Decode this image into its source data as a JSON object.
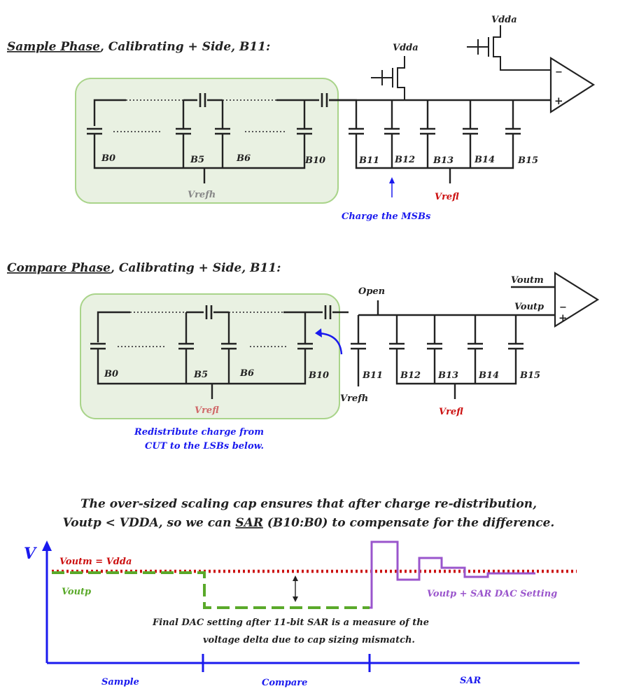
{
  "sample": {
    "title_u": "Sample Phase",
    "title_rest": ", Calibrating + Side, B11:",
    "vdda_top": "Vdda",
    "vdda_mid": "Vdda",
    "minus": "−",
    "plus": "+",
    "lsb_bits": [
      "B0",
      "B5",
      "B6",
      "B10"
    ],
    "msb_bits": [
      "B11",
      "B12",
      "B13",
      "B14",
      "B15"
    ],
    "vrefh": "Vrefh",
    "vrefl": "Vrefl",
    "arrow_note": "Charge the MSBs"
  },
  "compare": {
    "title_u": "Compare Phase",
    "title_rest": ", Calibrating + Side, B11:",
    "open": "Open",
    "voutm": "Voutm",
    "voutp": "Voutp",
    "minus": "−",
    "plus": "+",
    "lsb_bits": [
      "B0",
      "B5",
      "B6",
      "B10"
    ],
    "msb_bits": [
      "B11",
      "B12",
      "B13",
      "B14",
      "B15"
    ],
    "vrefl_lsb": "Vrefl",
    "vrefh": "Vrefh",
    "vrefl": "Vrefl",
    "note_line1": "Redistribute charge from",
    "note_line2": "CUT to the LSBs below."
  },
  "caption": {
    "line1": "The over-sized scaling cap ensures that after charge re-distribution,",
    "line2_a": "Voutp < VDDA, so we can ",
    "line2_sar": "SAR",
    "line2_b": " (B10:B0) to compensate for the difference."
  },
  "timing": {
    "v_axis": "V",
    "voutm_label": "Voutm = Vdda",
    "voutp_label": "Voutp",
    "sar_label": "Voutp + SAR DAC Setting",
    "note_line1": "Final DAC setting after 11-bit SAR is a measure of the",
    "note_line2": "voltage delta due to cap sizing mismatch.",
    "phases": [
      "Sample",
      "Compare",
      "SAR"
    ],
    "colors": {
      "voutm": "#cc1111",
      "voutp": "#5aa92a",
      "sar": "#9a55cc",
      "axis": "#1a1aee"
    }
  }
}
